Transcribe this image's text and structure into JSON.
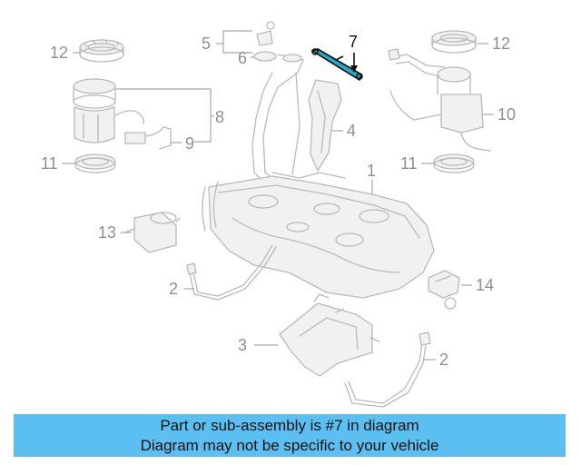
{
  "highlight_color": "#5bc0f1",
  "highlighted_part": "7",
  "callouts": {
    "c1": "1",
    "c2a": "2",
    "c2b": "2",
    "c3": "3",
    "c4": "4",
    "c5": "5",
    "c6": "6",
    "c7": "7",
    "c8": "8",
    "c9": "9",
    "c10": "10",
    "c11a": "11",
    "c11b": "11",
    "c12a": "12",
    "c12b": "12",
    "c13": "13",
    "c14": "14"
  },
  "banner": {
    "line1": "Part or sub-assembly is #7 in diagram",
    "line2": "Diagram may not be specific to your vehicle"
  }
}
